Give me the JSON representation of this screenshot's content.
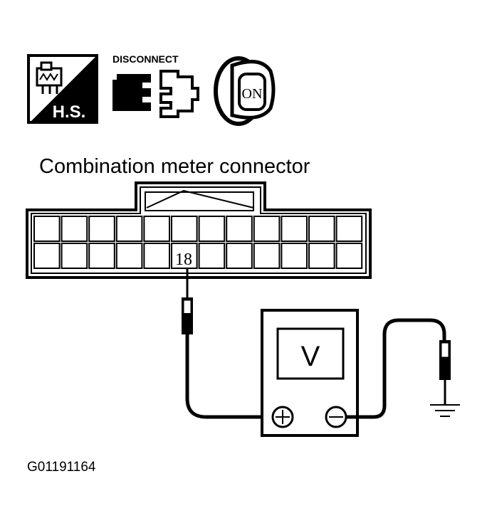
{
  "icons": {
    "hs_label": "H.S.",
    "disconnect_label": "DISCONNECT",
    "key_label": "ON"
  },
  "connector": {
    "title": "Combination meter connector",
    "terminal_label": "18"
  },
  "meter": {
    "display": "V",
    "plus_symbol": "+",
    "minus_symbol": "−"
  },
  "figure_id": "G01191164"
}
